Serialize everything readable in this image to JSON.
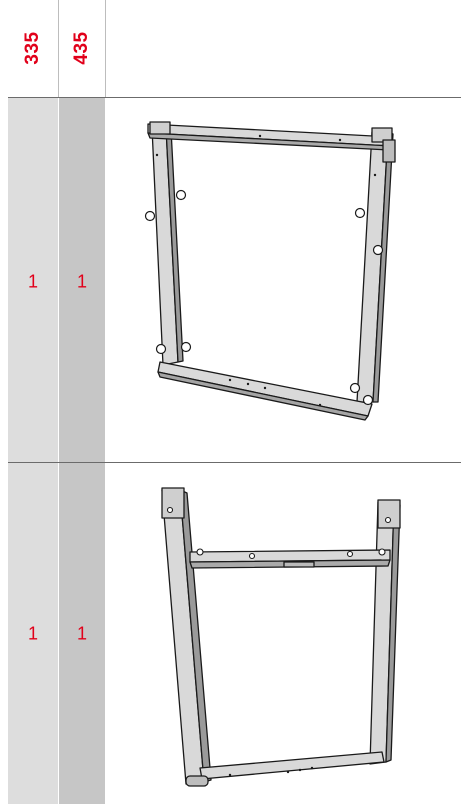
{
  "columns": [
    {
      "model": "335"
    },
    {
      "model": "435"
    }
  ],
  "rows": [
    {
      "part": "frame-rectangular",
      "qty_335": "1",
      "qty_435": "1"
    },
    {
      "part": "frame-u-shaped",
      "qty_335": "1",
      "qty_435": "1"
    }
  ],
  "colors": {
    "accent": "#e1001a",
    "column_335_bg": "#dddddd",
    "column_435_bg": "#c6c6c6",
    "line": "#6b6b6b"
  }
}
